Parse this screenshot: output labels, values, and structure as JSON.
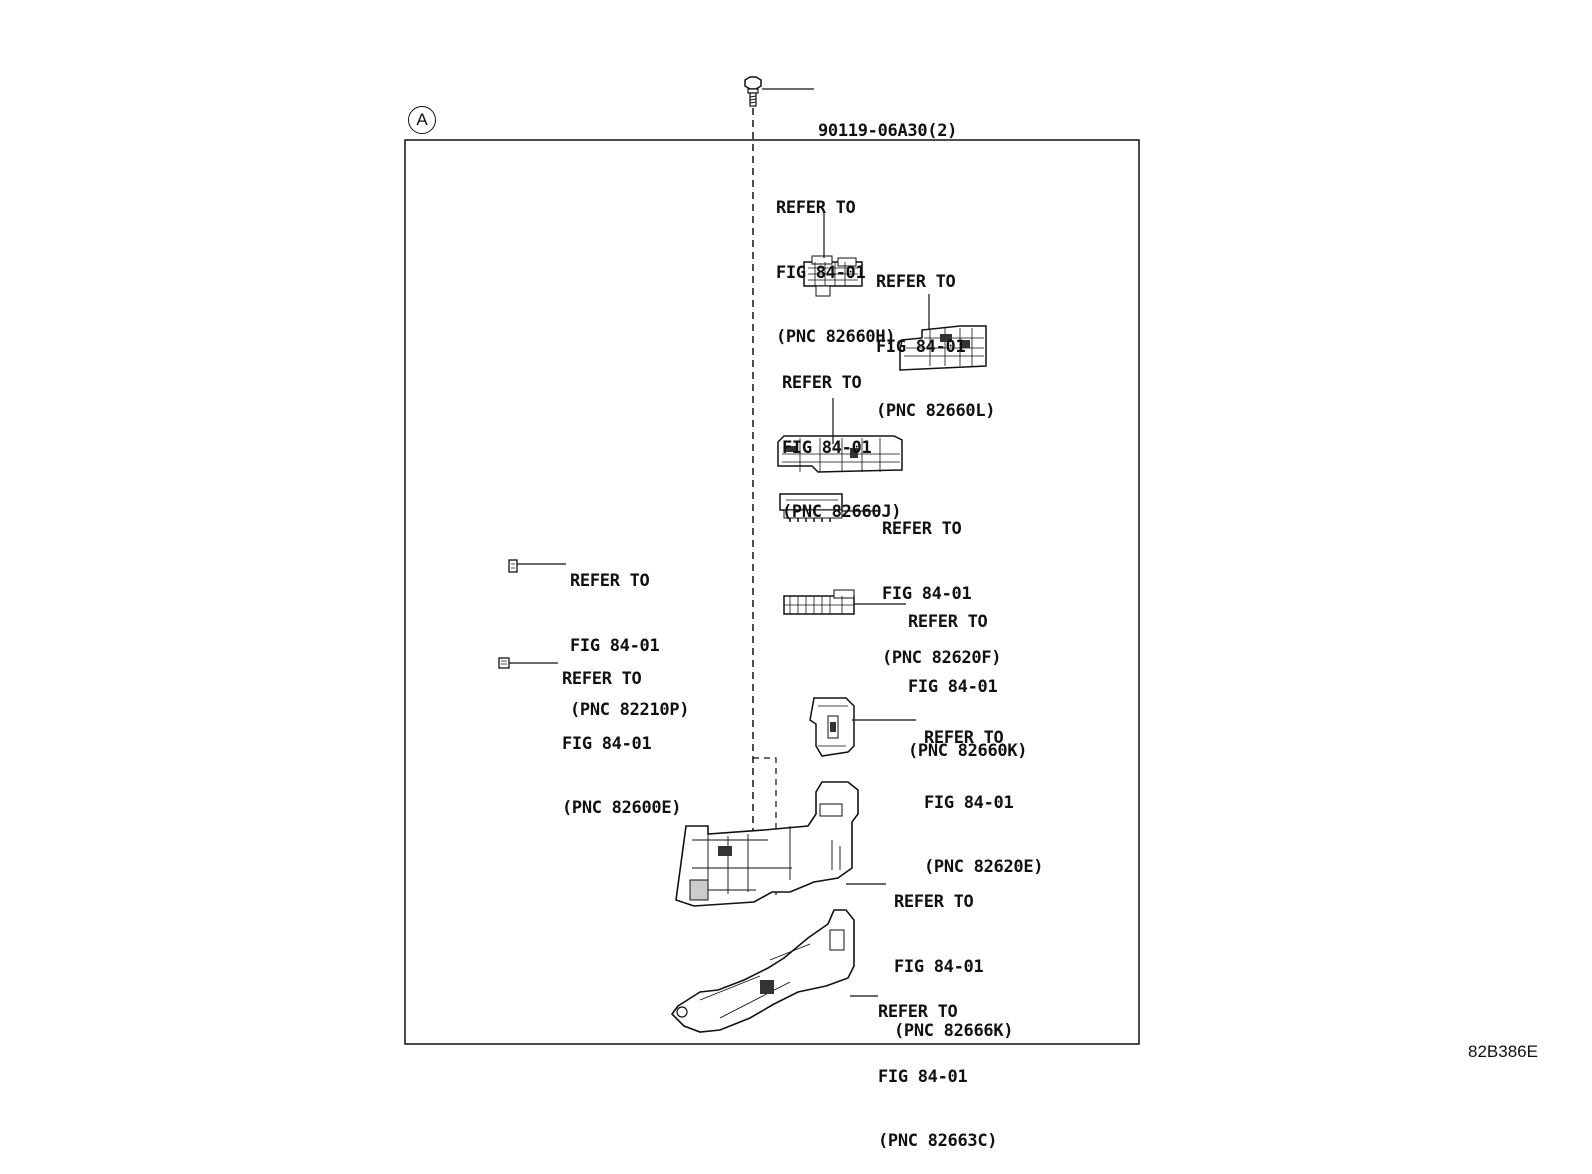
{
  "section_marker": "A",
  "bolt": {
    "part_number": "90119-06A30(2)",
    "icon": "bolt-icon"
  },
  "callouts": [
    {
      "id": "pnc-82660h",
      "lines": [
        "REFER TO",
        "FIG 84-01",
        "(PNC 82660H)"
      ]
    },
    {
      "id": "pnc-82660l",
      "lines": [
        "REFER TO",
        "FIG 84-01",
        "(PNC 82660L)"
      ]
    },
    {
      "id": "pnc-82660j",
      "lines": [
        "REFER TO",
        "FIG 84-01",
        "(PNC 82660J)"
      ]
    },
    {
      "id": "pnc-82620f",
      "lines": [
        "REFER TO",
        "FIG 84-01",
        "(PNC 82620F)"
      ]
    },
    {
      "id": "pnc-82210p",
      "lines": [
        "REFER TO",
        "FIG 84-01",
        "(PNC 82210P)"
      ]
    },
    {
      "id": "pnc-82660k",
      "lines": [
        "REFER TO",
        "FIG 84-01",
        "(PNC 82660K)"
      ]
    },
    {
      "id": "pnc-82600e",
      "lines": [
        "REFER TO",
        "FIG 84-01",
        "(PNC 82600E)"
      ]
    },
    {
      "id": "pnc-82620e",
      "lines": [
        "REFER TO",
        "FIG 84-01",
        "(PNC 82620E)"
      ]
    },
    {
      "id": "pnc-82666k",
      "lines": [
        "REFER TO",
        "FIG 84-01",
        "(PNC 82666K)"
      ]
    },
    {
      "id": "pnc-82663c",
      "lines": [
        "REFER TO",
        "FIG 84-01",
        "(PNC 82663C)"
      ]
    }
  ],
  "figure_id": "82B386E"
}
